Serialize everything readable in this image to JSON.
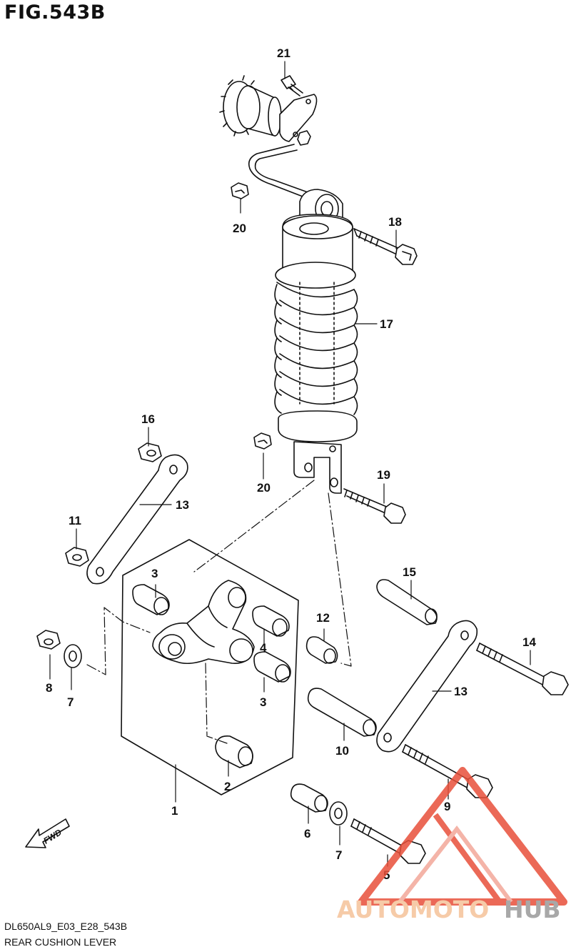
{
  "figure": {
    "title": "FIG.543B",
    "code": "DL650AL9_E03_E28_543B",
    "name": "REAR CUSHION LEVER"
  },
  "callouts": {
    "c1": "1",
    "c2": "2",
    "c3a": "3",
    "c3b": "3",
    "c4": "4",
    "c5": "5",
    "c6": "6",
    "c7a": "7",
    "c7b": "7",
    "c8": "8",
    "c9": "9",
    "c10": "10",
    "c11": "11",
    "c12": "12",
    "c13a": "13",
    "c13b": "13",
    "c14": "14",
    "c15": "15",
    "c16": "16",
    "c17": "17",
    "c18": "18",
    "c19": "19",
    "c20a": "20",
    "c20b": "20",
    "c21": "21"
  },
  "fwd_label": "FWD",
  "watermark": {
    "text_a": "AUTOMOTO",
    "text_b": "HUB",
    "color_a": "#f5c29a",
    "color_b": "#9a9a9a",
    "triangle_color": "#e8503a"
  }
}
